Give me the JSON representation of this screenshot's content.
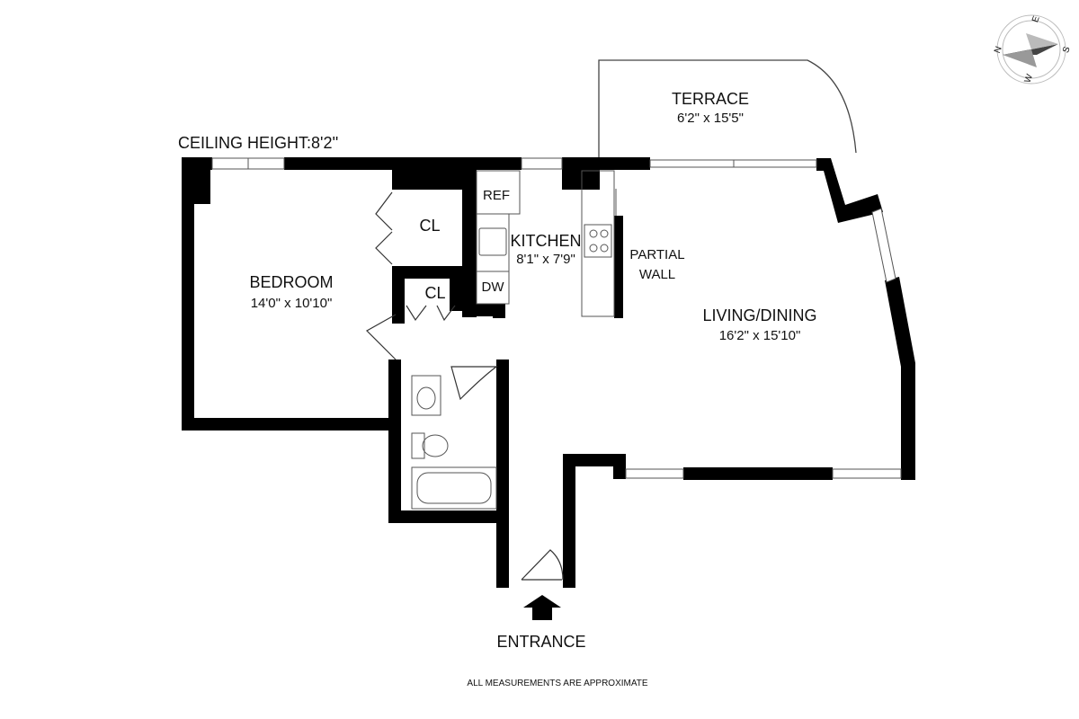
{
  "ceiling_height": "CEILING HEIGHT:8'2''",
  "rooms": {
    "terrace": {
      "name": "TERRACE",
      "size": "6'2\" x 15'5\""
    },
    "bedroom": {
      "name": "BEDROOM",
      "size": "14'0\" x 10'10\""
    },
    "kitchen": {
      "name": "KITCHEN",
      "size": "8'1\" x 7'9\""
    },
    "living": {
      "name": "LIVING/DINING",
      "size": "16'2\" x 15'10\""
    }
  },
  "fixtures": {
    "closet1": "CL",
    "closet2": "CL",
    "ref": "REF",
    "dw": "DW",
    "partial_wall_line1": "PARTIAL",
    "partial_wall_line2": "WALL"
  },
  "entrance": "ENTRANCE",
  "footnote": "ALL MEASUREMENTS ARE APPROXIMATE",
  "compass": {
    "n": "N",
    "e": "E",
    "s": "S",
    "w": "W"
  },
  "colors": {
    "wall": "#000000",
    "line": "#333333",
    "background": "#ffffff"
  }
}
